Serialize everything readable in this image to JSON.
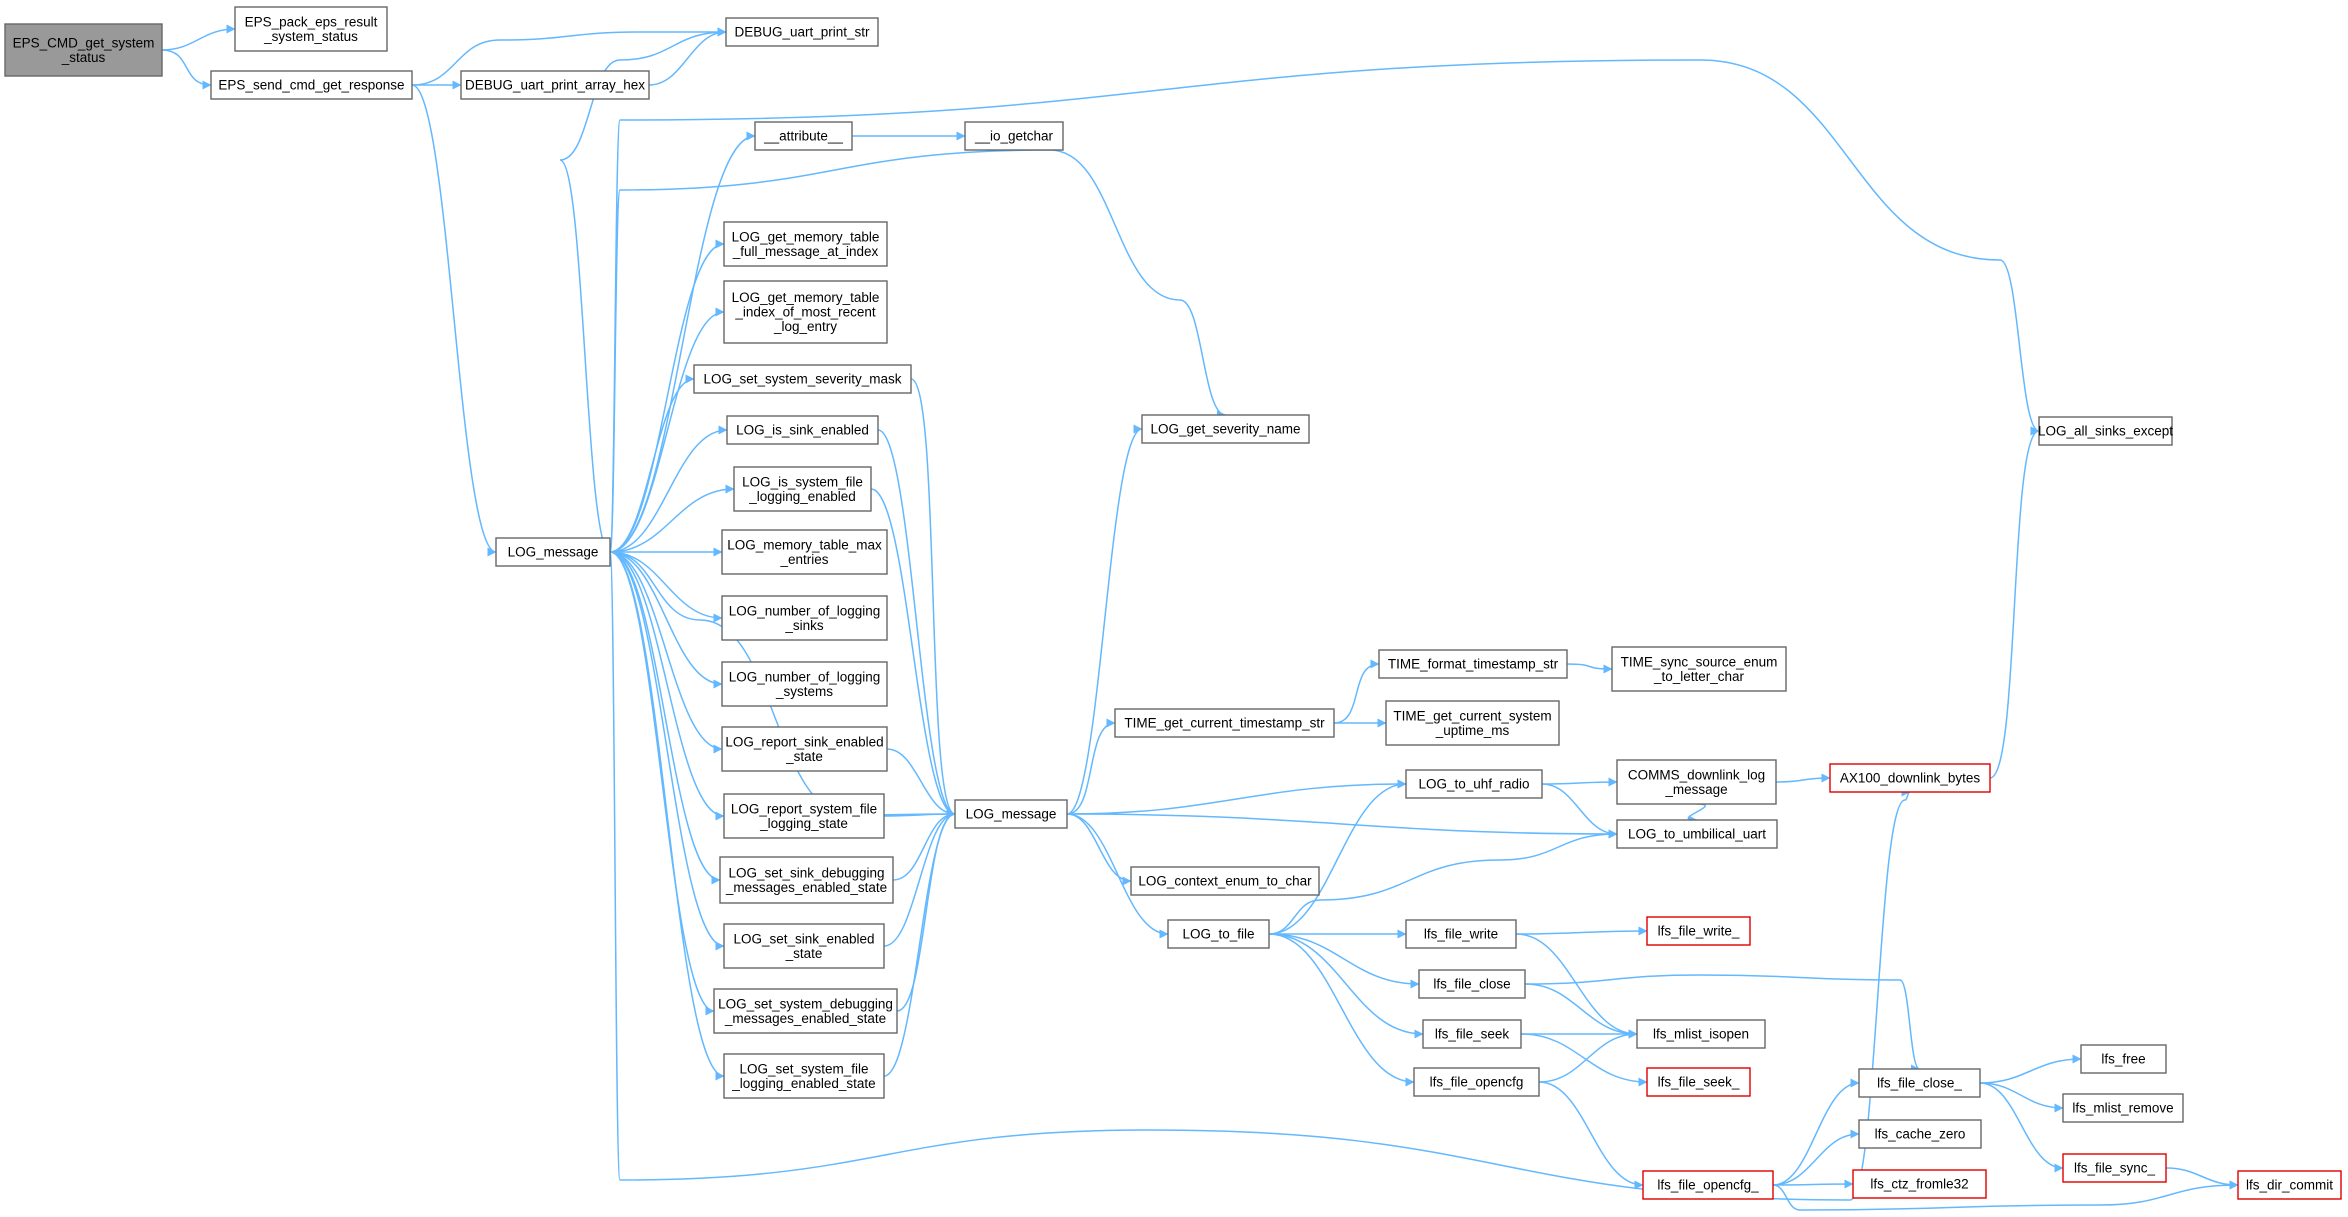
{
  "diagram": {
    "nodes": [
      {
        "id": "eps_cmd_get_system_status",
        "label": [
          "EPS_CMD_get_system",
          "_status"
        ],
        "style": "root"
      },
      {
        "id": "eps_pack_eps_result_system_status",
        "label": [
          "EPS_pack_eps_result",
          "_system_status"
        ],
        "style": "normal"
      },
      {
        "id": "eps_send_cmd_get_response",
        "label": [
          "EPS_send_cmd_get_response"
        ],
        "style": "normal"
      },
      {
        "id": "debug_uart_print_str",
        "label": [
          "DEBUG_uart_print_str"
        ],
        "style": "normal"
      },
      {
        "id": "debug_uart_print_array_hex",
        "label": [
          "DEBUG_uart_print_array_hex"
        ],
        "style": "normal"
      },
      {
        "id": "attribute",
        "label": [
          "__attribute__"
        ],
        "style": "normal"
      },
      {
        "id": "io_getchar",
        "label": [
          "__io_getchar"
        ],
        "style": "normal"
      },
      {
        "id": "log_get_memory_table_full_message_at_index",
        "label": [
          "LOG_get_memory_table",
          "_full_message_at_index"
        ],
        "style": "normal"
      },
      {
        "id": "log_get_memory_table_index_of_most_recent_log_entry",
        "label": [
          "LOG_get_memory_table",
          "_index_of_most_recent",
          "_log_entry"
        ],
        "style": "normal"
      },
      {
        "id": "log_set_system_severity_mask",
        "label": [
          "LOG_set_system_severity_mask"
        ],
        "style": "normal"
      },
      {
        "id": "log_is_sink_enabled",
        "label": [
          "LOG_is_sink_enabled"
        ],
        "style": "normal"
      },
      {
        "id": "log_is_system_file_logging_enabled",
        "label": [
          "LOG_is_system_file",
          "_logging_enabled"
        ],
        "style": "normal"
      },
      {
        "id": "log_memory_table_max_entries",
        "label": [
          "LOG_memory_table_max",
          "_entries"
        ],
        "style": "normal"
      },
      {
        "id": "log_number_of_logging_sinks",
        "label": [
          "LOG_number_of_logging",
          "_sinks"
        ],
        "style": "normal"
      },
      {
        "id": "log_number_of_logging_systems",
        "label": [
          "LOG_number_of_logging",
          "_systems"
        ],
        "style": "normal"
      },
      {
        "id": "log_report_sink_enabled_state",
        "label": [
          "LOG_report_sink_enabled",
          "_state"
        ],
        "style": "normal"
      },
      {
        "id": "log_report_system_file_logging_state",
        "label": [
          "LOG_report_system_file",
          "_logging_state"
        ],
        "style": "normal"
      },
      {
        "id": "log_set_sink_debugging_messages_enabled_state",
        "label": [
          "LOG_set_sink_debugging",
          "_messages_enabled_state"
        ],
        "style": "normal"
      },
      {
        "id": "log_set_sink_enabled_state",
        "label": [
          "LOG_set_sink_enabled",
          "_state"
        ],
        "style": "normal"
      },
      {
        "id": "log_set_system_debugging_messages_enabled_state",
        "label": [
          "LOG_set_system_debugging",
          "_messages_enabled_state"
        ],
        "style": "normal"
      },
      {
        "id": "log_set_system_file_logging_enabled_state",
        "label": [
          "LOG_set_system_file",
          "_logging_enabled_state"
        ],
        "style": "normal"
      },
      {
        "id": "log_message_a",
        "label": [
          "LOG_message"
        ],
        "style": "normal"
      },
      {
        "id": "log_message_b",
        "label": [
          "LOG_message"
        ],
        "style": "normal"
      },
      {
        "id": "log_get_severity_name",
        "label": [
          "LOG_get_severity_name"
        ],
        "style": "normal"
      },
      {
        "id": "log_all_sinks_except",
        "label": [
          "LOG_all_sinks_except"
        ],
        "style": "normal"
      },
      {
        "id": "time_get_current_timestamp_str",
        "label": [
          "TIME_get_current_timestamp_str"
        ],
        "style": "normal"
      },
      {
        "id": "time_format_timestamp_str",
        "label": [
          "TIME_format_timestamp_str"
        ],
        "style": "normal"
      },
      {
        "id": "time_get_current_system_uptime_ms",
        "label": [
          "TIME_get_current_system",
          "_uptime_ms"
        ],
        "style": "normal"
      },
      {
        "id": "time_sync_source_enum_to_letter_char",
        "label": [
          "TIME_sync_source_enum",
          "_to_letter_char"
        ],
        "style": "normal"
      },
      {
        "id": "log_to_uhf_radio",
        "label": [
          "LOG_to_uhf_radio"
        ],
        "style": "normal"
      },
      {
        "id": "comms_downlink_log_message",
        "label": [
          "COMMS_downlink_log",
          "_message"
        ],
        "style": "normal"
      },
      {
        "id": "ax100_downlink_bytes",
        "label": [
          "AX100_downlink_bytes"
        ],
        "style": "red"
      },
      {
        "id": "log_to_umbilical_uart",
        "label": [
          "LOG_to_umbilical_uart"
        ],
        "style": "normal"
      },
      {
        "id": "log_context_enum_to_char",
        "label": [
          "LOG_context_enum_to_char"
        ],
        "style": "normal"
      },
      {
        "id": "log_to_file",
        "label": [
          "LOG_to_file"
        ],
        "style": "normal"
      },
      {
        "id": "lfs_file_write",
        "label": [
          "lfs_file_write"
        ],
        "style": "normal"
      },
      {
        "id": "lfs_file_write_",
        "label": [
          "lfs_file_write_"
        ],
        "style": "red"
      },
      {
        "id": "lfs_file_close",
        "label": [
          "lfs_file_close"
        ],
        "style": "normal"
      },
      {
        "id": "lfs_file_seek",
        "label": [
          "lfs_file_seek"
        ],
        "style": "normal"
      },
      {
        "id": "lfs_mlist_isopen",
        "label": [
          "lfs_mlist_isopen"
        ],
        "style": "normal"
      },
      {
        "id": "lfs_file_seek_",
        "label": [
          "lfs_file_seek_"
        ],
        "style": "red"
      },
      {
        "id": "lfs_file_opencfg",
        "label": [
          "lfs_file_opencfg"
        ],
        "style": "normal"
      },
      {
        "id": "lfs_file_close_",
        "label": [
          "lfs_file_close_"
        ],
        "style": "normal"
      },
      {
        "id": "lfs_free",
        "label": [
          "lfs_free"
        ],
        "style": "normal"
      },
      {
        "id": "lfs_mlist_remove",
        "label": [
          "lfs_mlist_remove"
        ],
        "style": "normal"
      },
      {
        "id": "lfs_cache_zero",
        "label": [
          "lfs_cache_zero"
        ],
        "style": "normal"
      },
      {
        "id": "lfs_file_opencfg_",
        "label": [
          "lfs_file_opencfg_"
        ],
        "style": "red"
      },
      {
        "id": "lfs_ctz_fromle32",
        "label": [
          "lfs_ctz_fromle32"
        ],
        "style": "red"
      },
      {
        "id": "lfs_file_sync_",
        "label": [
          "lfs_file_sync_"
        ],
        "style": "red"
      },
      {
        "id": "lfs_dir_commit",
        "label": [
          "lfs_dir_commit"
        ],
        "style": "red"
      }
    ],
    "edges": [
      [
        "eps_cmd_get_system_status",
        "eps_pack_eps_result_system_status"
      ],
      [
        "eps_cmd_get_system_status",
        "eps_send_cmd_get_response"
      ],
      [
        "eps_send_cmd_get_response",
        "debug_uart_print_str"
      ],
      [
        "eps_send_cmd_get_response",
        "debug_uart_print_array_hex"
      ],
      [
        "debug_uart_print_array_hex",
        "debug_uart_print_str"
      ],
      [
        "eps_send_cmd_get_response",
        "log_message_a"
      ],
      [
        "log_message_a",
        "debug_uart_print_str"
      ],
      [
        "log_message_a",
        "attribute"
      ],
      [
        "attribute",
        "io_getchar"
      ],
      [
        "log_message_a",
        "log_get_severity_name"
      ],
      [
        "log_message_a",
        "log_all_sinks_except"
      ],
      [
        "log_message_a",
        "log_get_memory_table_full_message_at_index"
      ],
      [
        "log_message_a",
        "log_get_memory_table_index_of_most_recent_log_entry"
      ],
      [
        "log_message_a",
        "log_set_system_severity_mask"
      ],
      [
        "log_message_a",
        "log_is_sink_enabled"
      ],
      [
        "log_message_a",
        "log_is_system_file_logging_enabled"
      ],
      [
        "log_message_a",
        "log_memory_table_max_entries"
      ],
      [
        "log_message_a",
        "log_number_of_logging_sinks"
      ],
      [
        "log_message_a",
        "log_number_of_logging_systems"
      ],
      [
        "log_message_a",
        "log_report_sink_enabled_state"
      ],
      [
        "log_message_a",
        "log_report_system_file_logging_state"
      ],
      [
        "log_message_a",
        "log_set_sink_debugging_messages_enabled_state"
      ],
      [
        "log_message_a",
        "log_set_sink_enabled_state"
      ],
      [
        "log_message_a",
        "log_set_system_debugging_messages_enabled_state"
      ],
      [
        "log_message_a",
        "log_set_system_file_logging_enabled_state"
      ],
      [
        "log_message_a",
        "log_message_b"
      ],
      [
        "log_message_a",
        "ax100_downlink_bytes"
      ],
      [
        "log_set_system_severity_mask",
        "log_message_b"
      ],
      [
        "log_is_sink_enabled",
        "log_message_b"
      ],
      [
        "log_is_system_file_logging_enabled",
        "log_message_b"
      ],
      [
        "log_report_sink_enabled_state",
        "log_message_b"
      ],
      [
        "log_report_system_file_logging_state",
        "log_message_b"
      ],
      [
        "log_set_sink_debugging_messages_enabled_state",
        "log_message_b"
      ],
      [
        "log_set_sink_enabled_state",
        "log_message_b"
      ],
      [
        "log_set_system_debugging_messages_enabled_state",
        "log_message_b"
      ],
      [
        "log_set_system_file_logging_enabled_state",
        "log_message_b"
      ],
      [
        "log_message_b",
        "log_get_severity_name"
      ],
      [
        "log_message_b",
        "time_get_current_timestamp_str"
      ],
      [
        "log_message_b",
        "log_to_uhf_radio"
      ],
      [
        "log_message_b",
        "log_to_umbilical_uart"
      ],
      [
        "log_message_b",
        "log_context_enum_to_char"
      ],
      [
        "log_message_b",
        "log_to_file"
      ],
      [
        "time_get_current_timestamp_str",
        "time_format_timestamp_str"
      ],
      [
        "time_get_current_timestamp_str",
        "time_get_current_system_uptime_ms"
      ],
      [
        "time_format_timestamp_str",
        "time_sync_source_enum_to_letter_char"
      ],
      [
        "log_to_uhf_radio",
        "comms_downlink_log_message"
      ],
      [
        "log_to_uhf_radio",
        "log_to_umbilical_uart"
      ],
      [
        "comms_downlink_log_message",
        "ax100_downlink_bytes"
      ],
      [
        "comms_downlink_log_message",
        "log_to_umbilical_uart"
      ],
      [
        "ax100_downlink_bytes",
        "log_all_sinks_except"
      ],
      [
        "log_to_file",
        "log_to_uhf_radio"
      ],
      [
        "log_to_file",
        "log_to_umbilical_uart"
      ],
      [
        "log_to_file",
        "lfs_file_write"
      ],
      [
        "log_to_file",
        "lfs_file_close"
      ],
      [
        "log_to_file",
        "lfs_file_seek"
      ],
      [
        "log_to_file",
        "lfs_file_opencfg"
      ],
      [
        "lfs_file_write",
        "lfs_file_write_"
      ],
      [
        "lfs_file_write",
        "lfs_mlist_isopen"
      ],
      [
        "lfs_file_close",
        "lfs_mlist_isopen"
      ],
      [
        "lfs_file_close",
        "lfs_file_close_"
      ],
      [
        "lfs_file_seek",
        "lfs_mlist_isopen"
      ],
      [
        "lfs_file_seek",
        "lfs_file_seek_"
      ],
      [
        "lfs_file_opencfg",
        "lfs_mlist_isopen"
      ],
      [
        "lfs_file_opencfg",
        "lfs_file_opencfg_"
      ],
      [
        "lfs_file_close_",
        "lfs_free"
      ],
      [
        "lfs_file_close_",
        "lfs_mlist_remove"
      ],
      [
        "lfs_file_close_",
        "lfs_file_sync_"
      ],
      [
        "lfs_file_opencfg_",
        "lfs_file_close_"
      ],
      [
        "lfs_file_opencfg_",
        "lfs_cache_zero"
      ],
      [
        "lfs_file_opencfg_",
        "lfs_ctz_fromle32"
      ],
      [
        "lfs_file_opencfg_",
        "lfs_dir_commit"
      ],
      [
        "lfs_file_sync_",
        "lfs_dir_commit"
      ]
    ]
  }
}
